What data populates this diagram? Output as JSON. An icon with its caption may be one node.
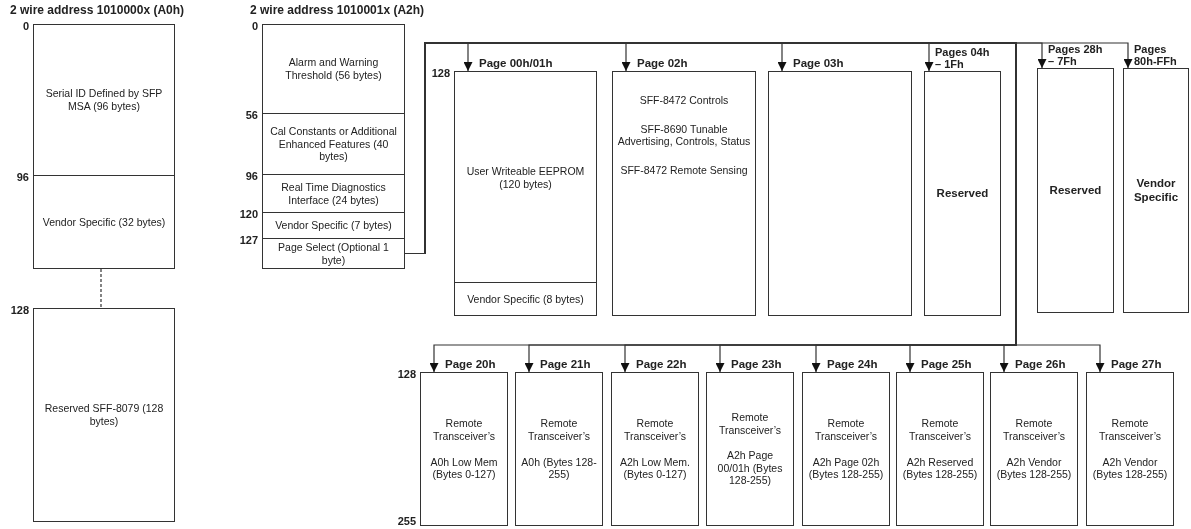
{
  "diagram": {
    "nodes": [
      {
        "text": [
          "Serial ID Defined by SFP MSA (96 bytes)"
        ],
        "beside": [
          "0"
        ]
      },
      {
        "text": [
          "Vendor Specific (32 bytes)"
        ],
        "beside": [
          "96"
        ]
      },
      {
        "text": [
          "Reserved SFF-8079 (128 bytes)"
        ],
        "beside": [
          "128"
        ]
      },
      {
        "text": [
          "Alarm and Warning Threshold (56 bytes)"
        ],
        "beside": [
          "0"
        ]
      },
      {
        "text": [
          "Cal Constants or Additional Enhanced Features (40 bytes)"
        ],
        "beside": [
          "56"
        ]
      },
      {
        "text": [
          "Real Time Diagnostics Interface (24 bytes)"
        ],
        "beside": [
          "96"
        ]
      },
      {
        "text": [
          "Vendor Specific (7 bytes)"
        ],
        "beside": [
          "120"
        ]
      },
      {
        "text": [
          "Page Select (Optional 1 byte)"
        ],
        "beside": [
          "127"
        ]
      },
      {
        "text": [
          "Page 00h/01h"
        ],
        "beside": [
          "128"
        ]
      },
      {
        "text": [
          "User Writeable EEPROM (120 bytes)"
        ],
        "in": 8
      },
      {
        "text": [
          "Vendor Specific (8 bytes)"
        ],
        "in": 8
      },
      {
        "text": [
          "Page 02h",
          "SFF-8472 Controls",
          "SFF-8690 Tunable Advertising, Controls, Status",
          "SFF-8472 Remote Sensing"
        ]
      },
      {
        "text": [
          "Page 03h"
        ]
      },
      {
        "text": [
          "Pages 04h – 1Fh",
          "Reserved"
        ]
      },
      {
        "text": [
          "Pages 28h – 7Fh",
          "Reserved"
        ]
      },
      {
        "text": [
          "Pages 80h-FFh",
          "Vendor Specific"
        ]
      },
      {
        "text": [
          "Page 20h",
          "Remote Transceiver’s",
          "A0h Low Mem (Bytes 0-127)"
        ],
        "beside": [
          "128",
          "255"
        ]
      },
      {
        "text": [
          "Page 21h",
          "Remote Transceiver’s",
          "A0h (Bytes 128-255)"
        ]
      },
      {
        "text": [
          "Page 22h",
          "Remote Transceiver’s",
          "A2h Low Mem. (Bytes 0-127)"
        ]
      },
      {
        "text": [
          "Page 23h",
          "Remote Transceiver’s",
          "A2h Page 00/01h (Bytes 128-255)"
        ]
      },
      {
        "text": [
          "Page 24h",
          "Remote Transceiver’s",
          "A2h Page 02h (Bytes 128-255)"
        ]
      },
      {
        "text": [
          "Page 25h",
          "Remote Transceiver’s",
          "A2h Reserved (Bytes 128-255)"
        ]
      },
      {
        "text": [
          "Page 26h",
          "Remote Transceiver’s",
          "A2h Vendor (Bytes 128-255)"
        ]
      },
      {
        "text": [
          "Page 27h",
          "Remote Transceiver’s",
          "A2h Vendor (Bytes 128-255)"
        ]
      }
    ],
    "edges": [
      {
        "from": 1,
        "to": 2,
        "arrow": "none",
        "style": "dashed"
      },
      {
        "from": 7,
        "to": 8,
        "arrow": "to"
      },
      {
        "from": 7,
        "to": 11,
        "arrow": "to"
      },
      {
        "from": 7,
        "to": 12,
        "arrow": "to"
      },
      {
        "from": 7,
        "to": 13,
        "arrow": "to"
      },
      {
        "from": 7,
        "to": 14,
        "arrow": "to"
      },
      {
        "from": 7,
        "to": 15,
        "arrow": "to"
      },
      {
        "from": 7,
        "to": 16,
        "arrow": "to"
      },
      {
        "from": 7,
        "to": 17,
        "arrow": "to"
      },
      {
        "from": 7,
        "to": 18,
        "arrow": "to"
      },
      {
        "from": 7,
        "to": 19,
        "arrow": "to"
      },
      {
        "from": 7,
        "to": 20,
        "arrow": "to"
      },
      {
        "from": 7,
        "to": 21,
        "arrow": "to"
      },
      {
        "from": 7,
        "to": 22,
        "arrow": "to"
      },
      {
        "from": 7,
        "to": 23,
        "arrow": "to"
      }
    ],
    "labels": [
      "2 wire address 1010000x (A0h)",
      "2 wire address 1010001x (A2h)"
    ]
  }
}
